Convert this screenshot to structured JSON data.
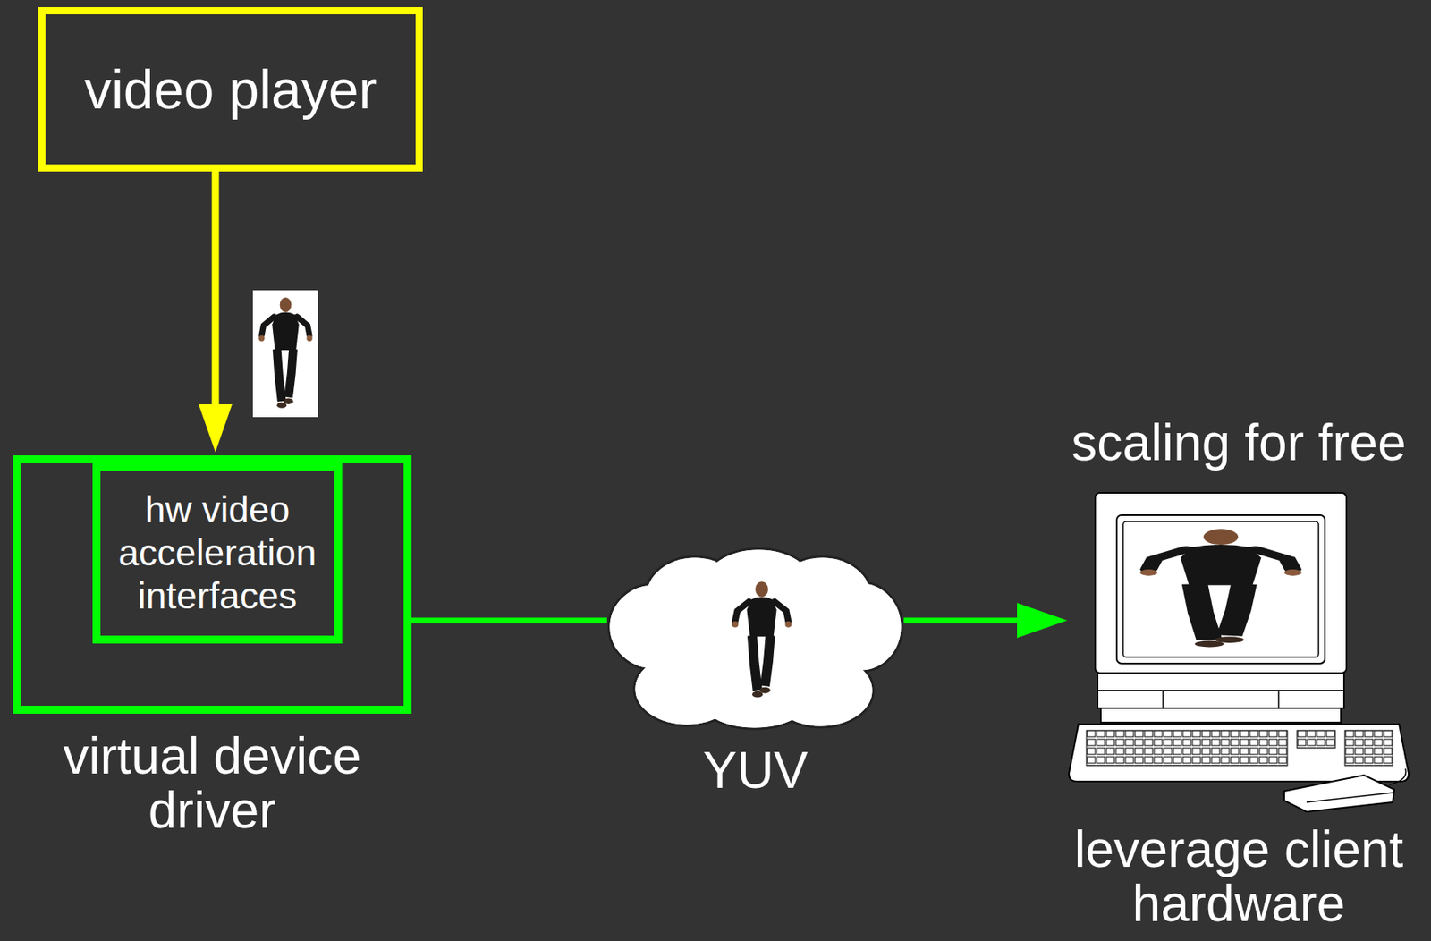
{
  "diagram": {
    "nodes": [
      {
        "text": [
          "video player"
        ]
      },
      {
        "text": [
          "virtual device driver"
        ]
      },
      {
        "text": [
          "hw video acceleration interfaces"
        ],
        "in": 1
      },
      {
        "text": [
          "YUV"
        ]
      },
      {
        "text": [
          "scaling for free",
          "leverage client hardware"
        ]
      }
    ],
    "edges": [
      {
        "from": 0,
        "to": 2,
        "arrow": "to"
      },
      {
        "from": 1,
        "to": 3,
        "arrow": "none"
      },
      {
        "from": 3,
        "to": 4,
        "arrow": "to"
      }
    ]
  }
}
